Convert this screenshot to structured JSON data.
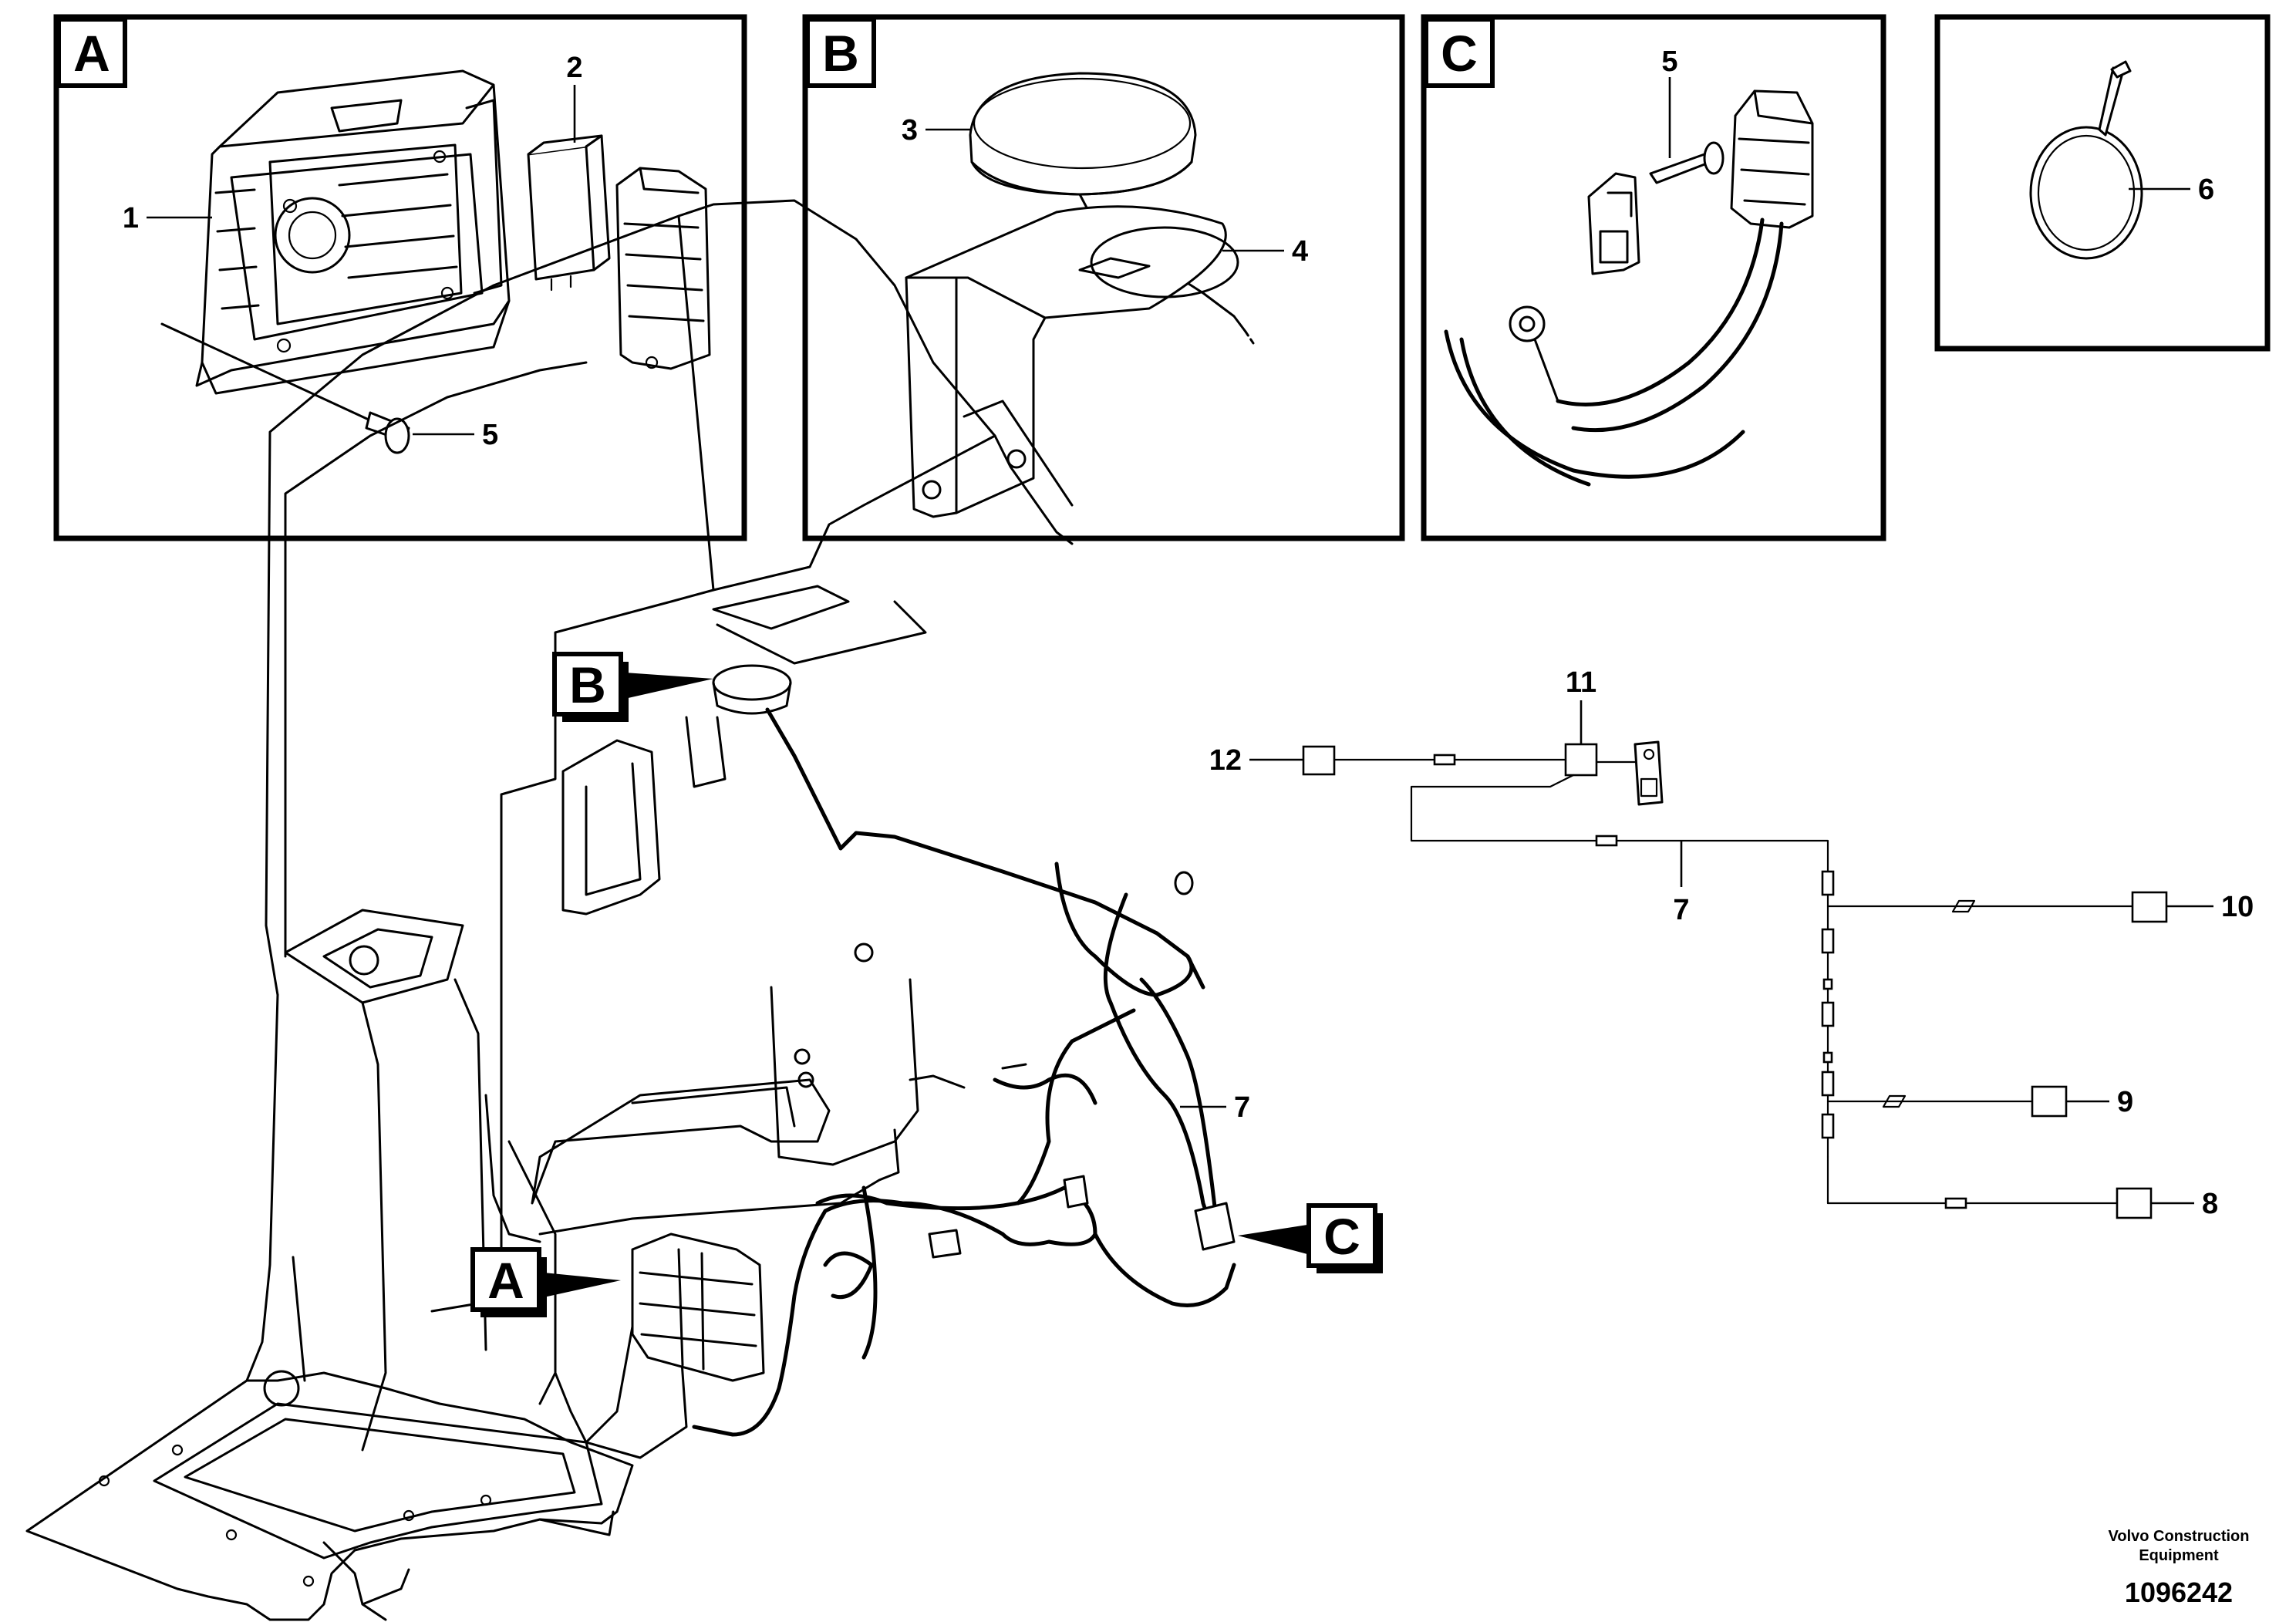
{
  "detail_tags": {
    "a": "A",
    "b": "B",
    "c": "C"
  },
  "callouts": {
    "n1": "1",
    "n2": "2",
    "n3": "3",
    "n4": "4",
    "n5_a": "5",
    "n5_c": "5",
    "n6": "6",
    "n7_main": "7",
    "n7_schematic": "7",
    "n8": "8",
    "n9": "9",
    "n10": "10",
    "n11": "11",
    "n12": "12"
  },
  "footer": {
    "publisher_line1": "Volvo Construction",
    "publisher_line2": "Equipment",
    "drawing_number": "1096242"
  }
}
